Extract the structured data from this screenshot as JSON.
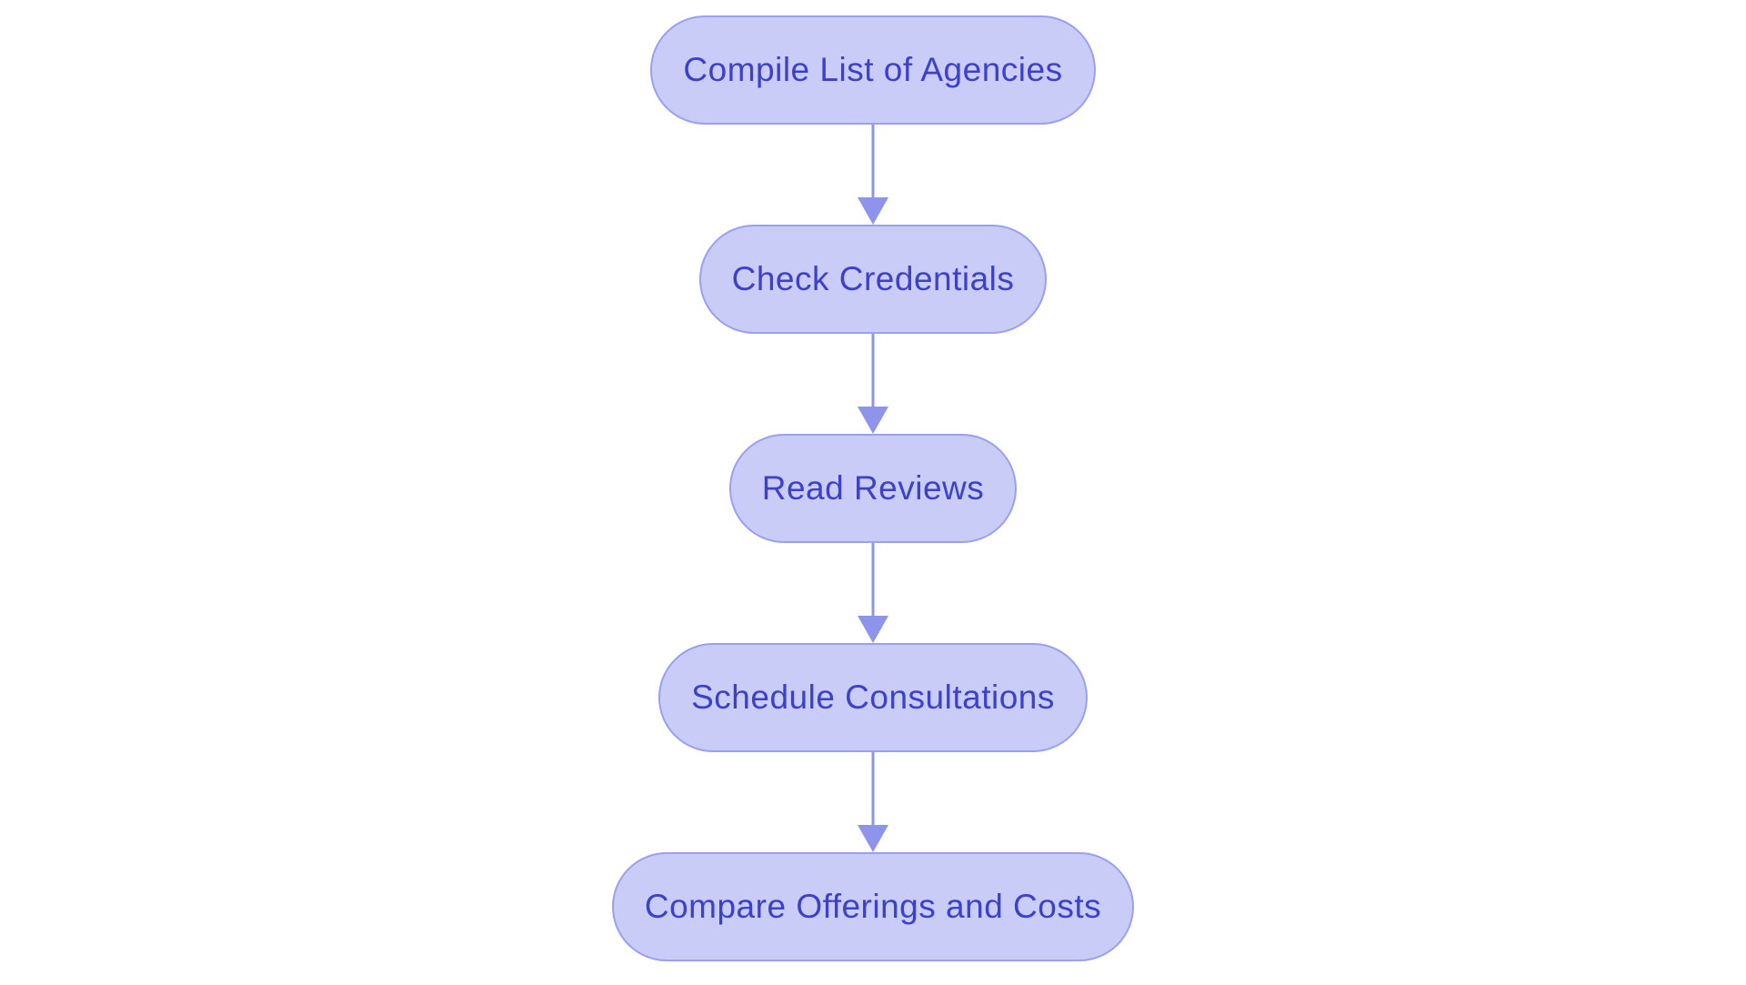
{
  "flowchart": {
    "type": "flowchart",
    "direction": "top-to-bottom",
    "background": "#ffffff",
    "colors": {
      "node_fill": "#c9ccf7",
      "node_border": "#9aa0ed",
      "node_text": "#3d40c8",
      "arrow": "#8d94e9"
    },
    "nodes": [
      {
        "id": "step-1",
        "label": "Compile List of Agencies"
      },
      {
        "id": "step-2",
        "label": "Check Credentials"
      },
      {
        "id": "step-3",
        "label": "Read Reviews"
      },
      {
        "id": "step-4",
        "label": "Schedule Consultations"
      },
      {
        "id": "step-5",
        "label": "Compare Offerings and Costs"
      }
    ],
    "edges": [
      {
        "from": "step-1",
        "to": "step-2"
      },
      {
        "from": "step-2",
        "to": "step-3"
      },
      {
        "from": "step-3",
        "to": "step-4"
      },
      {
        "from": "step-4",
        "to": "step-5"
      }
    ]
  }
}
